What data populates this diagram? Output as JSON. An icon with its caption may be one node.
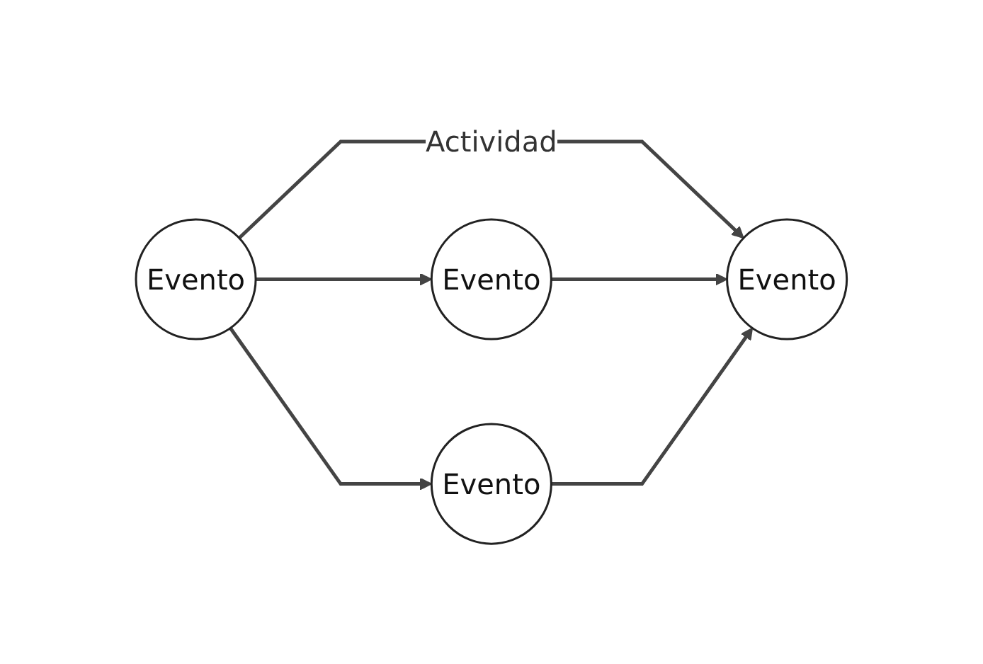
{
  "diagram": {
    "nodes": [
      {
        "text": [
          "Evento"
        ]
      },
      {
        "text": [
          "Evento"
        ]
      },
      {
        "text": [
          "Evento"
        ]
      },
      {
        "text": [
          "Evento"
        ]
      }
    ],
    "edges": [
      {
        "from": 0,
        "to": 1,
        "arrow": "to"
      },
      {
        "from": 0,
        "to": 3,
        "arrow": "to",
        "label": "Actividad"
      },
      {
        "from": 0,
        "to": 2,
        "arrow": "to"
      },
      {
        "from": 1,
        "to": 3,
        "arrow": "to"
      },
      {
        "from": 2,
        "to": 3,
        "arrow": "to"
      }
    ]
  }
}
